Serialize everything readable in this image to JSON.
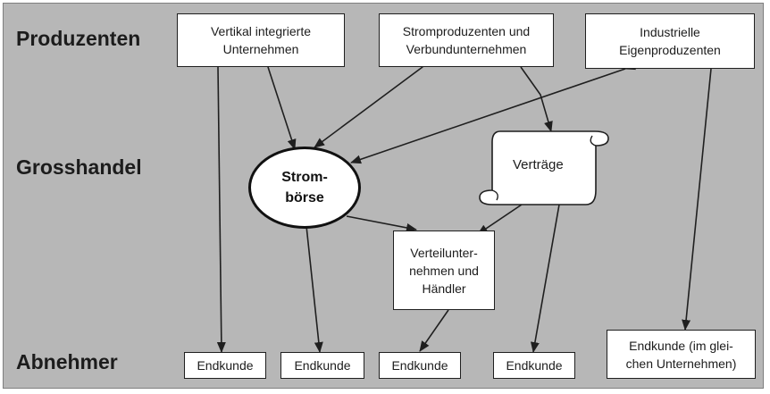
{
  "rows": {
    "produzenten": "Produzenten",
    "grosshandel": "Grosshandel",
    "abnehmer": "Abnehmer"
  },
  "nodes": {
    "vertikal": "Vertikal integrierte\nUnternehmen",
    "strom_verbund": "Stromproduzenten und\nVerbundunternehmen",
    "industrielle": "Industrielle\nEigenproduzenten",
    "stromboerse": "Strom-\nbörse",
    "vertraege": "Verträge",
    "verteil": "Verteilunter-\nnehmen und\nHändler",
    "endkunde_1": "Endkunde",
    "endkunde_2": "Endkunde",
    "endkunde_3": "Endkunde",
    "endkunde_4": "Endkunde",
    "endkunde_5": "Endkunde (im glei-\nchen Unternehmen)"
  },
  "colors": {
    "background": "#b7b7b7",
    "box_fill": "#ffffff",
    "stroke": "#1f1f1f"
  }
}
